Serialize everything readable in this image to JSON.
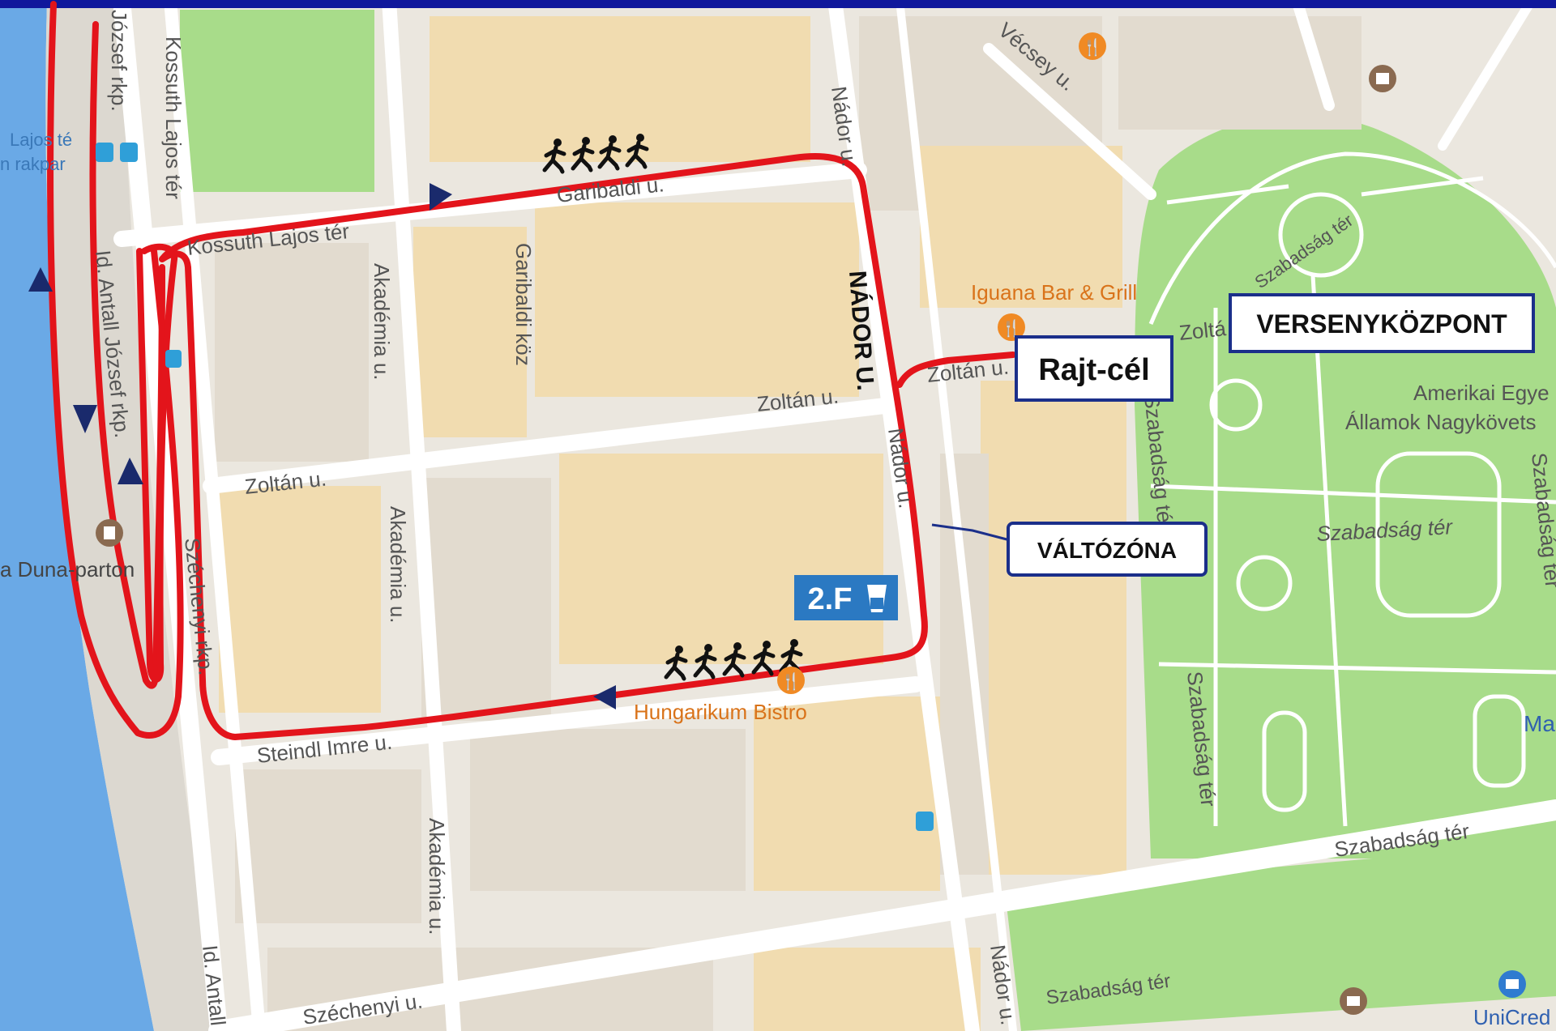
{
  "streets": {
    "jozsef_rkp": "József rkp.",
    "kossuth_vertical": "Kossuth Lajos tér",
    "kossuth_horizontal": "Kossuth Lajos tér",
    "garibaldi": "Garibaldi u.",
    "garibaldi_koz": "Garibaldi köz",
    "akademia_1": "Akadémia u.",
    "akademia_2": "Akadémia u.",
    "akademia_3": "Akadémia u.",
    "zoltan_1": "Zoltán u.",
    "zoltan_2": "Zoltán u.",
    "zoltan_3": "Zoltán u.",
    "zolta_partial": "Zoltá",
    "nador_top": "Nádor u.",
    "nador_bold": "NÁDOR U.",
    "nador_mid": "Nádor u.",
    "nador_bottom": "Nádor u.",
    "szechenyi_rkp": "Széchenyi rkp.",
    "szechenyi_u": "Széchenyi u.",
    "steindl": "Steindl Imre u.",
    "ld_antall_1": "Id. Antall József rkp.",
    "ld_antall_2": "Id. Antall",
    "vecsey": "Vécsey u.",
    "szabadsag_ter_arc": "Szabadság tér",
    "szabadsag_ter_park": "Szabadság tér",
    "szabadsag_ter_vertical_1": "Szabadság tér",
    "szabadsag_ter_vertical_2": "Szabadság tér",
    "szabadsag_ter_right": "Szabadság tér",
    "szabadsag_ter_lower": "Szabadság tér",
    "szabadsag_ter_bottom": "Szabadság tér",
    "kossuth_left_1": "Lajos té",
    "kossuth_left_2": "n rakpar",
    "duna_parton": "a Duna-parton"
  },
  "pois": {
    "iguana": "Iguana Bar & Grill",
    "hungarikum": "Hungarikum Bistro",
    "amerikai_1": "Amerikai Egye",
    "amerikai_2": "Államok Nagykövets",
    "ma": "Ma",
    "unicred": "UniCred"
  },
  "labels": {
    "rajt_cel": "Rajt-cél",
    "versenykozpont": "VERSENYKÖZPONT",
    "valtozona": "VÁLTÓZÓNA",
    "station": "2.F"
  },
  "icons": {
    "restaurant": "restaurant-icon",
    "transit": "transit-icon",
    "landmark": "landmark-icon",
    "runners": "runners-icon",
    "cup": "cup-icon",
    "direction_arrow": "direction-arrow-icon",
    "bank": "bank-icon"
  },
  "colors": {
    "route": "#e3141b",
    "arrow": "#1a2a6c",
    "label_border": "#1b2f8a",
    "station_bg": "#2b79c2",
    "water": "#6aa9e6",
    "park": "#a8dc8a",
    "block": "#e4ddd0",
    "block_warm": "#f2ddb0",
    "street": "#ffffff",
    "poi_orange": "#f08a24",
    "poi_brown": "#8a6a50",
    "transit_blue": "#2f9fd8",
    "top_bar": "#10189c"
  }
}
